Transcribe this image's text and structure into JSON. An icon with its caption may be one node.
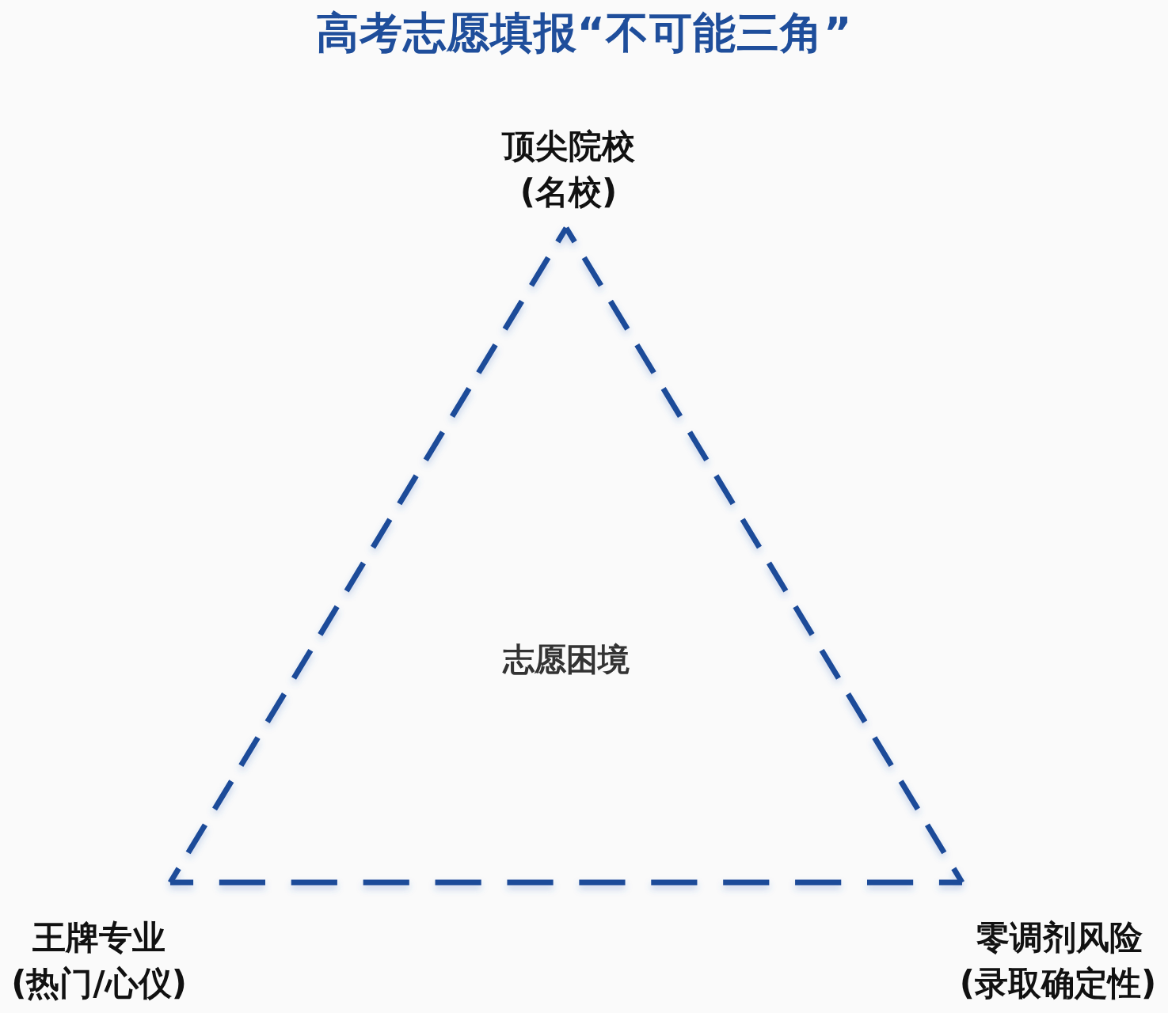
{
  "diagram": {
    "title": "高考志愿填报“不可能三角”",
    "nodes": [
      {
        "text": [
          "志愿困境"
        ],
        "beside": [
          "顶尖院校",
          "(名校)",
          "王牌专业",
          "(热门/心仪)",
          "零调剂风险",
          "(录取确定性)"
        ]
      }
    ]
  }
}
